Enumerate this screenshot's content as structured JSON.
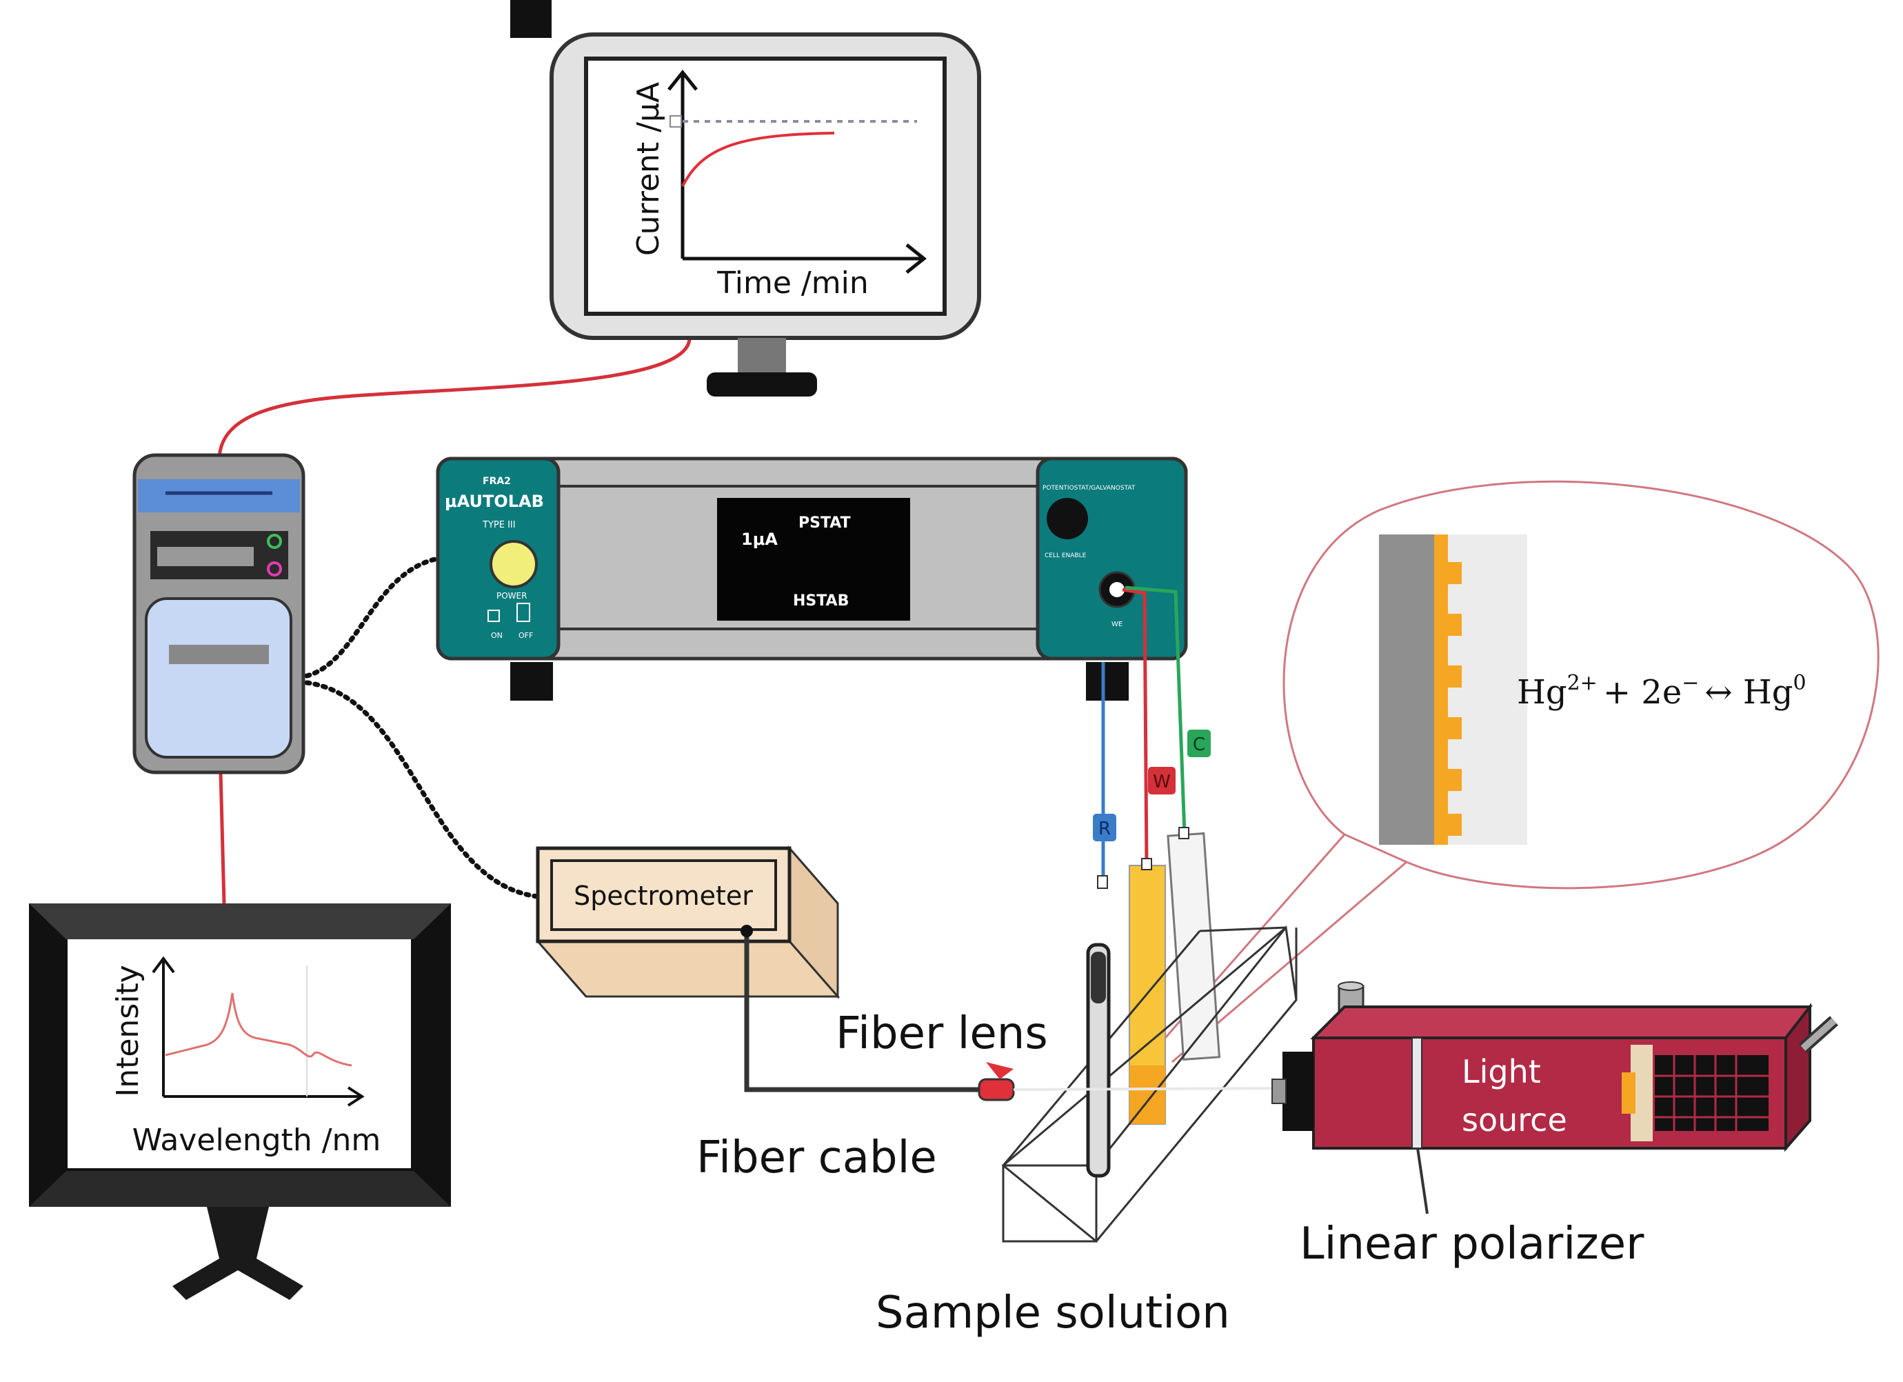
{
  "monitor_top": {
    "y_axis_label": "Current /μA",
    "x_axis_label": "Time /min"
  },
  "monitor_bottom": {
    "y_axis_label": "Intensity",
    "x_axis_label": "Wavelength /nm"
  },
  "potentiostat": {
    "brand_small": "FRA2",
    "brand": "μAUTOLAB",
    "type": "TYPE III",
    "power_label": "POWER",
    "on_label": "ON",
    "off_label": "OFF",
    "display_current": "1μA",
    "display_pstat": "PSTAT",
    "display_hstab": "HSTAB",
    "right_title": "POTENTIOSTAT/GALVANOSTAT",
    "cell_enable": "CELL ENABLE",
    "we_label": "WE"
  },
  "electrodes": {
    "reference": "R",
    "working": "W",
    "counter": "C"
  },
  "labels": {
    "spectrometer": "Spectrometer",
    "fiber_lens": "Fiber lens",
    "fiber_cable": "Fiber cable",
    "light_source_line1": "Light",
    "light_source_line2": "source",
    "linear_polarizer": "Linear polarizer",
    "sample_solution": "Sample solution"
  },
  "reaction": {
    "ion": "Hg",
    "ion_charge": "2+",
    "plus1": "+ 2e",
    "electron_charge": "−",
    "arrow": "↔ Hg",
    "product_charge": "0"
  },
  "colors": {
    "red_cable": "#d4313a",
    "teal_panel": "#0c7b7c",
    "orange_np": "#f5a623",
    "light_source_body": "#b22a46"
  }
}
